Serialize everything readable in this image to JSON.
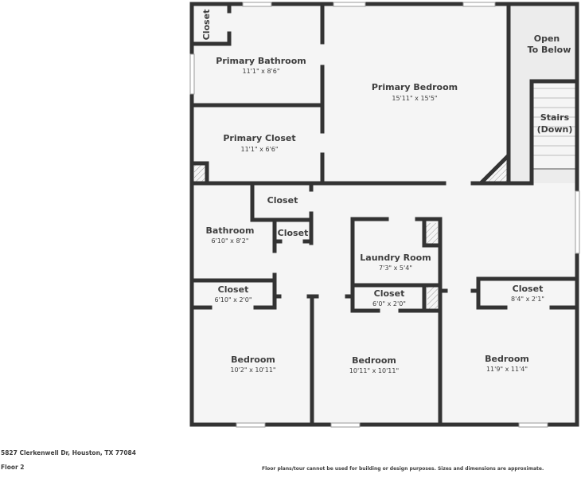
{
  "colors": {
    "wall": "#333333",
    "floor": "#f5f5f5",
    "open_area": "#ececec",
    "text": "#3d3d3d"
  },
  "floorplan": {
    "floor_label": "Floor 2",
    "rooms": [
      {
        "name": "Closet",
        "dimensions": "",
        "orientation": "vertical"
      },
      {
        "name": "Primary Bathroom",
        "dimensions": "11'1\" x 8'6\""
      },
      {
        "name": "Primary Bedroom",
        "dimensions": "15'11\" x 15'5\""
      },
      {
        "name": "Open\nTo Below",
        "line1": "Open",
        "line2": "To Below",
        "dimensions": ""
      },
      {
        "name": "Stairs (Down)",
        "line1": "Stairs",
        "line2": "(Down)",
        "dimensions": ""
      },
      {
        "name": "Primary Closet",
        "dimensions": "11'1\" x 6'6\""
      },
      {
        "name": "Closet",
        "dimensions": ""
      },
      {
        "name": "Bathroom",
        "dimensions": "6'10\" x 8'2\""
      },
      {
        "name": "Closet",
        "dimensions": ""
      },
      {
        "name": "Laundry Room",
        "dimensions": "7'3\" x 5'4\""
      },
      {
        "name": "Closet",
        "dimensions": "6'10\" x 2'0\""
      },
      {
        "name": "Closet",
        "dimensions": "6'0\" x 2'0\""
      },
      {
        "name": "Closet",
        "dimensions": "8'4\" x 2'1\""
      },
      {
        "name": "Bedroom",
        "dimensions": "10'2\" x 10'11\""
      },
      {
        "name": "Bedroom",
        "dimensions": "10'11\" x 10'11\""
      },
      {
        "name": "Bedroom",
        "dimensions": "11'9\" x 11'4\""
      }
    ]
  },
  "footer": {
    "address": "5827 Clerkenwell Dr, Houston, TX 77084",
    "floor": "Floor 2",
    "disclaimer": "Floor plans/tour cannot be used for building or design purposes. Sizes and dimensions are approximate."
  }
}
